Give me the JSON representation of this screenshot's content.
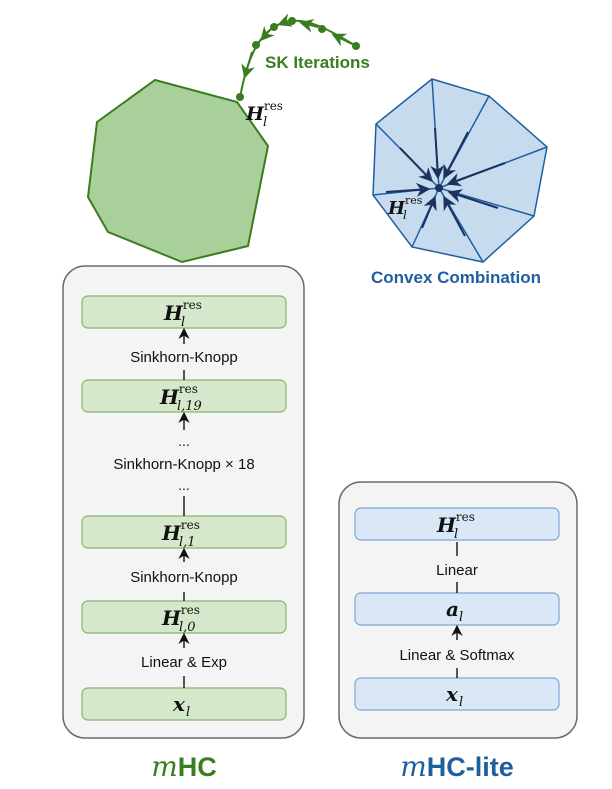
{
  "top": {
    "sk_label": "SK Iterations",
    "sk_H_base": "H",
    "sk_H_sup": "res",
    "sk_H_sub": "l",
    "convex_label": "Convex Combination",
    "convex_H_base": "H",
    "convex_H_sup": "res",
    "convex_H_sub": "l"
  },
  "mhc": {
    "title_m": "m",
    "title_rest": "HC",
    "blocks": [
      {
        "base": "H",
        "sup": "res",
        "sub": "l"
      },
      {
        "base": "H",
        "sup": "res",
        "sub": "l,19"
      },
      {
        "base": "H",
        "sup": "res",
        "sub": "l,1"
      },
      {
        "base": "H",
        "sup": "res",
        "sub": "l,0"
      },
      {
        "base": "x",
        "sup": "",
        "sub": "l"
      }
    ],
    "labels": {
      "sk_top": "Sinkhorn-Knopp",
      "dots1": "...",
      "sk_repeat": "Sinkhorn-Knopp × 18",
      "dots2": "...",
      "sk_bottom": "Sinkhorn-Knopp",
      "linear_exp": "Linear & Exp"
    }
  },
  "mhclite": {
    "title_m": "m",
    "title_rest": "HC-lite",
    "blocks": [
      {
        "base": "H",
        "sup": "res",
        "sub": "l"
      },
      {
        "base": "a",
        "sup": "",
        "sub": "l"
      },
      {
        "base": "x",
        "sup": "",
        "sub": "l"
      }
    ],
    "labels": {
      "linear": "Linear",
      "linear_softmax": "Linear & Softmax"
    }
  },
  "colors": {
    "green_dark": "#3a7d1e",
    "green_fill": "#a9cf9a",
    "green_block": "#d6e8cc",
    "green_block_border": "#86b36f",
    "blue_dark": "#1f5fa0",
    "blue_fill": "#c6dbee",
    "blue_block": "#d9e7f7",
    "blue_block_border": "#7ea6d6",
    "navy": "#1c3260",
    "panel_border": "#6b6b6b",
    "panel_fill": "#f4f4f4"
  }
}
